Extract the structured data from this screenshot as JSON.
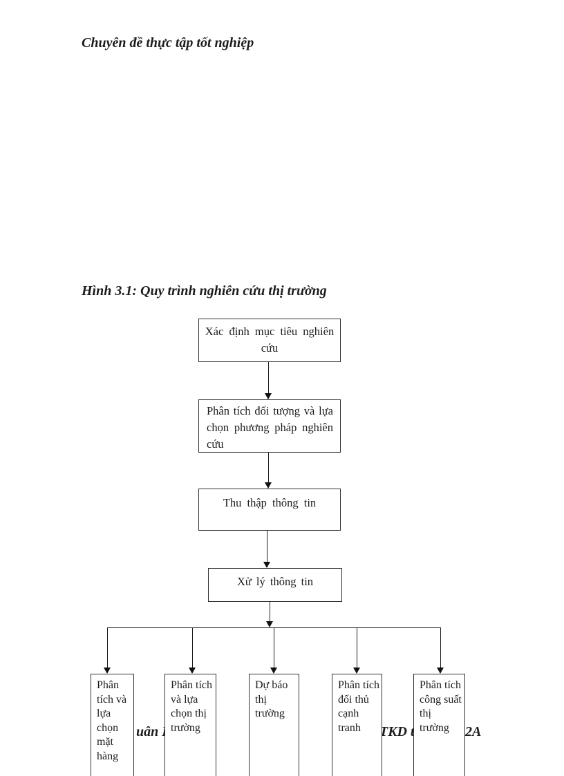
{
  "page": {
    "header_title": "Chuyên đề thực tập tốt nghiệp",
    "figure_caption": "Hình 3.1: Quy trình nghiên cứu thị trường",
    "footer": {
      "fragment_left": "uân H",
      "fragment_mid": "TKD t",
      "fragment_right": "2A"
    }
  },
  "flowchart": {
    "type": "flowchart",
    "main_sequence": [
      {
        "label": "Xác định mục tiêu nghiên cứu"
      },
      {
        "label": "Phân tích đối tượng và lựa chọn phương pháp nghiên cứu"
      },
      {
        "label": "Thu thập thông tin"
      },
      {
        "label": "Xử lý thông tin"
      }
    ],
    "branches": [
      {
        "label": "Phân tích và lựa chọn mặt hàng"
      },
      {
        "label": "Phân tích và lựa chọn thị trường"
      },
      {
        "label": "Dự báo thị trường"
      },
      {
        "label": "Phân tích đối thủ cạnh tranh"
      },
      {
        "label": "Phân tích công suất thị trường"
      }
    ]
  }
}
